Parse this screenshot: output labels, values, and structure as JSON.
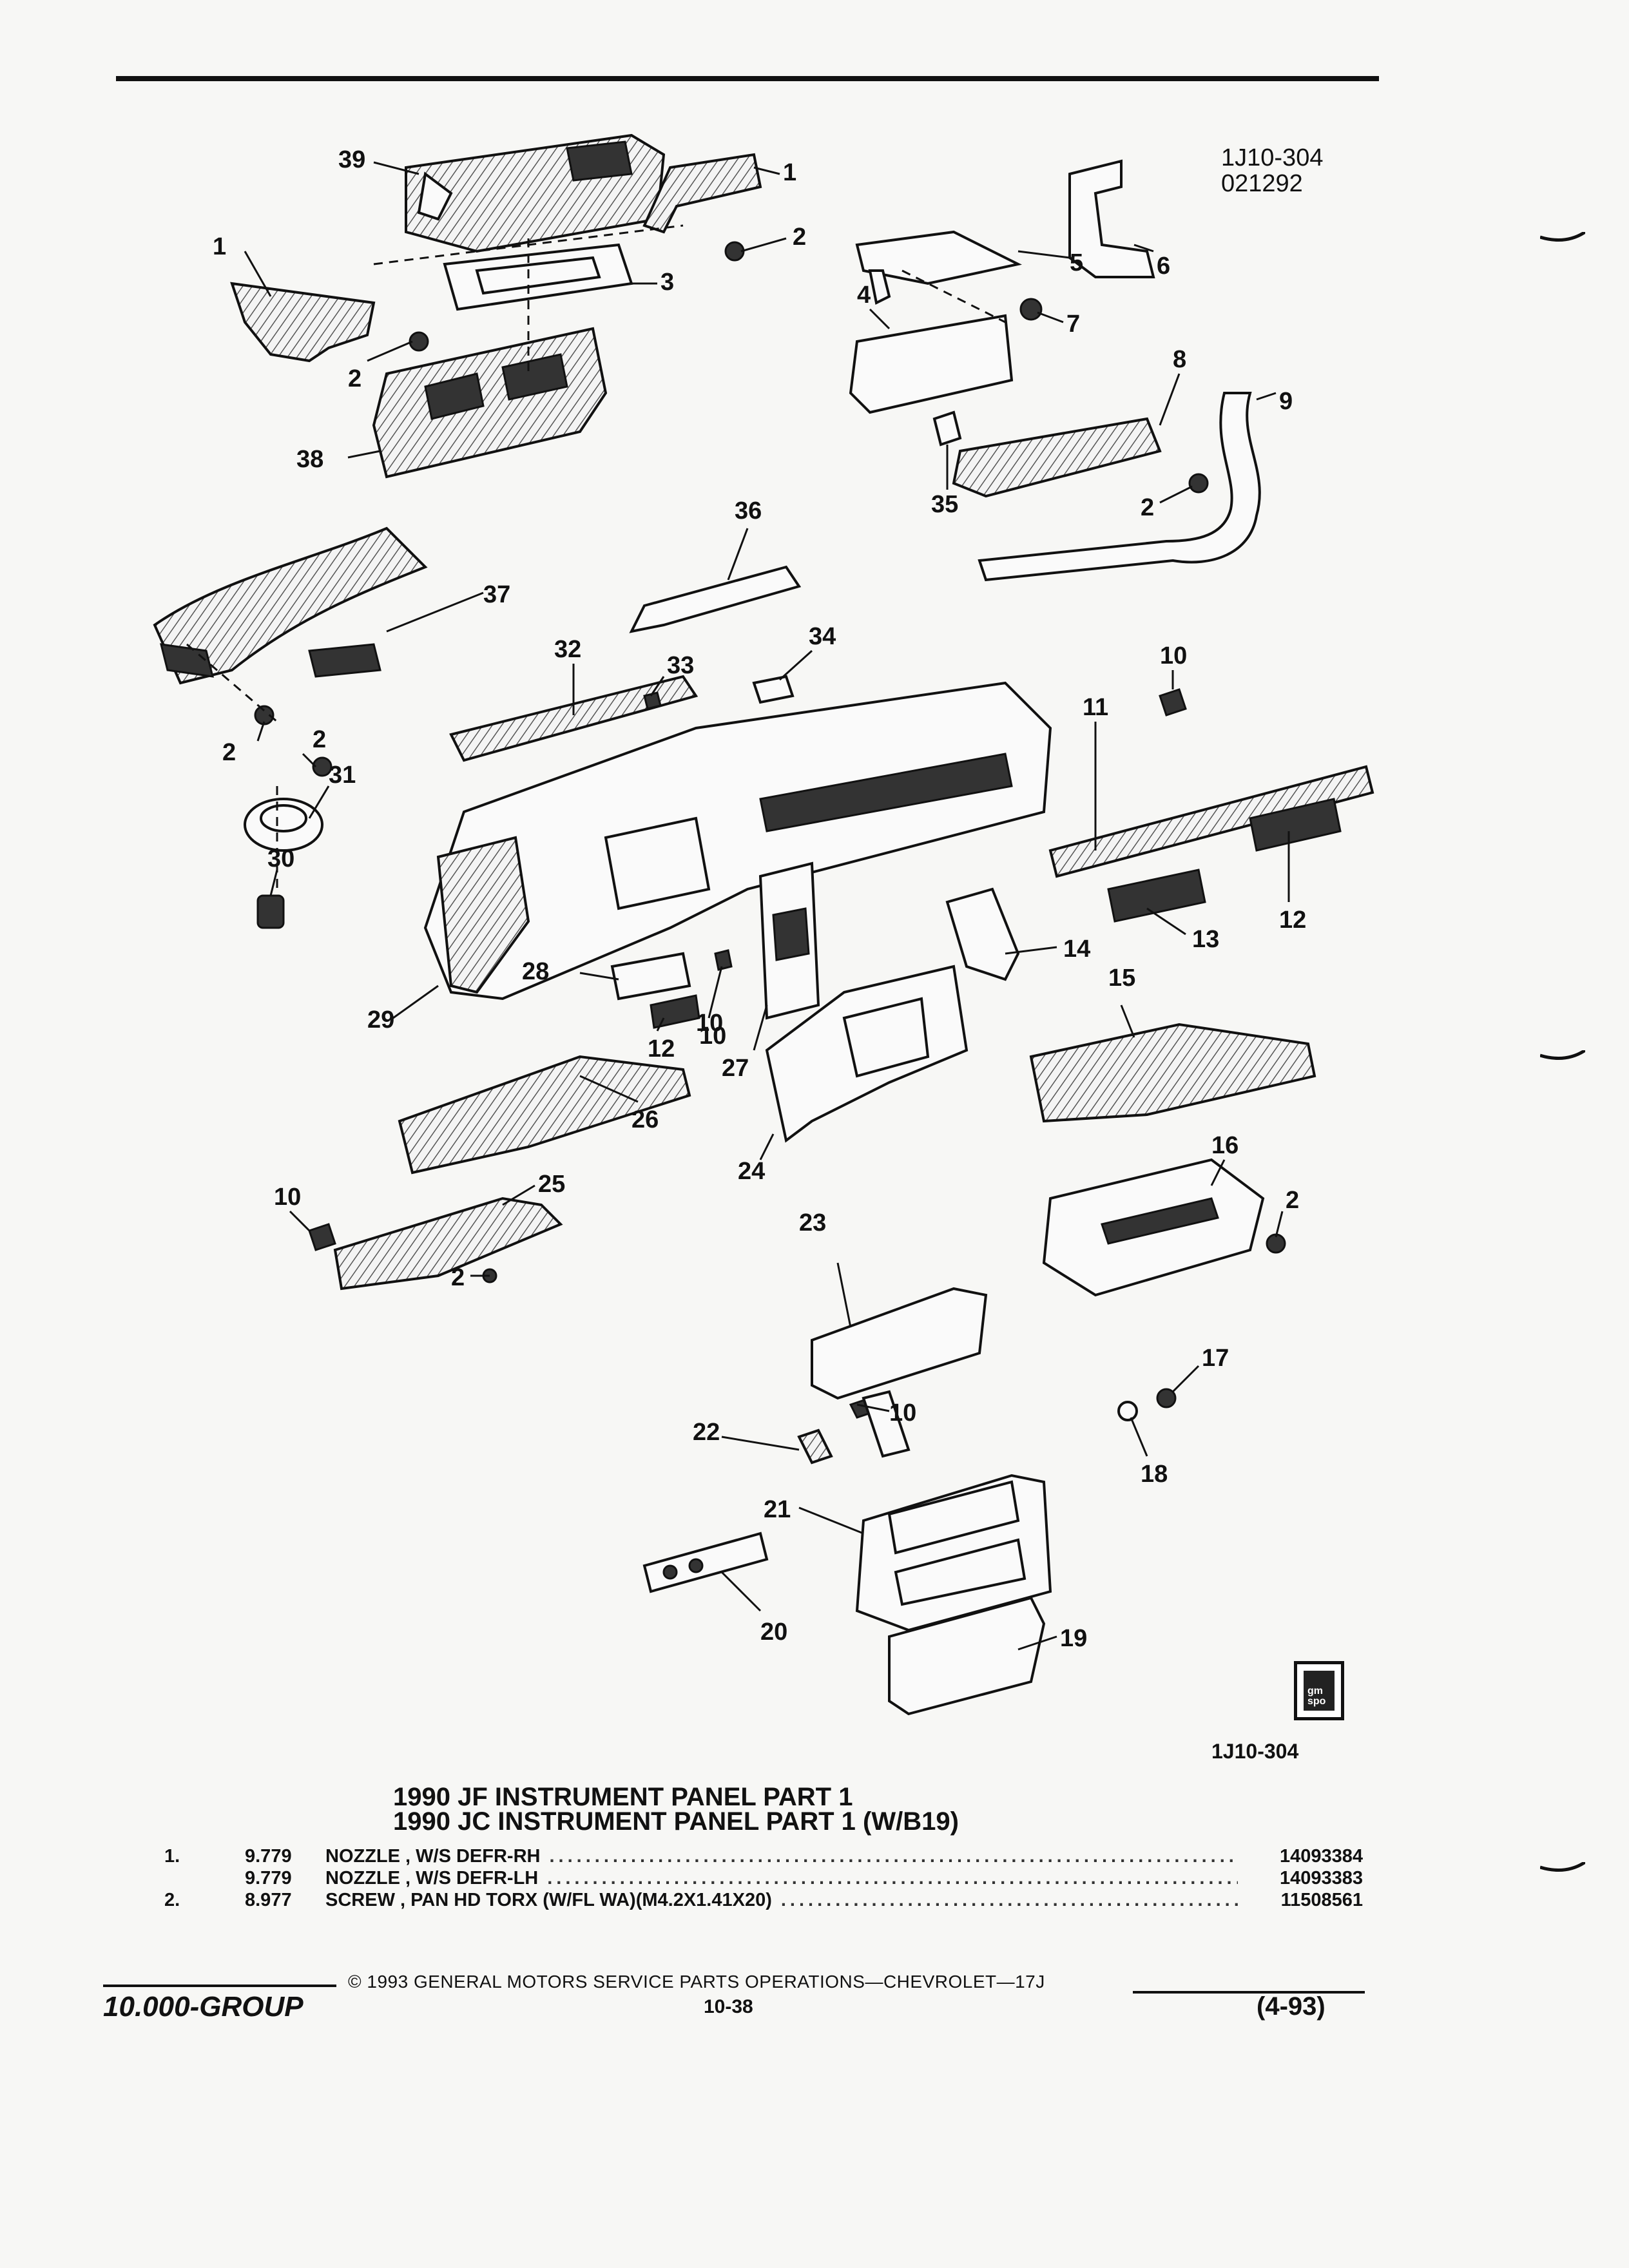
{
  "header": {
    "ref_code_line1": "1J10-304",
    "ref_code_line2": "021292"
  },
  "diagram": {
    "callouts": [
      "39",
      "1",
      "2",
      "5",
      "6",
      "4",
      "7",
      "3",
      "1",
      "2",
      "38",
      "8",
      "9",
      "35",
      "2",
      "36",
      "37",
      "34",
      "32",
      "33",
      "10",
      "11",
      "2",
      "2",
      "31",
      "30",
      "10",
      "12",
      "13",
      "14",
      "28",
      "29",
      "12",
      "10",
      "27",
      "15",
      "26",
      "24",
      "16",
      "25",
      "10",
      "2",
      "2",
      "23",
      "17",
      "22",
      "18",
      "10",
      "21",
      "20",
      "19"
    ],
    "figure_code": "1J10-304",
    "badge_text": "gm spo"
  },
  "titles": {
    "line1": "1990 JF INSTRUMENT PANEL PART 1",
    "line2": "1990 JC INSTRUMENT PANEL PART 1 (W/B19)"
  },
  "parts": [
    {
      "num": "1.",
      "code": "9.779",
      "desc": "NOZZLE , W/S DEFR-RH",
      "pn": "14093384"
    },
    {
      "num": "",
      "code": "9.779",
      "desc": "NOZZLE , W/S DEFR-LH",
      "pn": "14093383"
    },
    {
      "num": "2.",
      "code": "8.977",
      "desc": "SCREW , PAN HD TORX (W/FL WA)(M4.2X1.41X20)",
      "pn": "11508561"
    }
  ],
  "footer": {
    "copyright": "© 1993 GENERAL MOTORS SERVICE PARTS OPERATIONS—CHEVROLET—17J",
    "group": "10.000-GROUP",
    "page": "10-38",
    "date": "(4-93)"
  }
}
